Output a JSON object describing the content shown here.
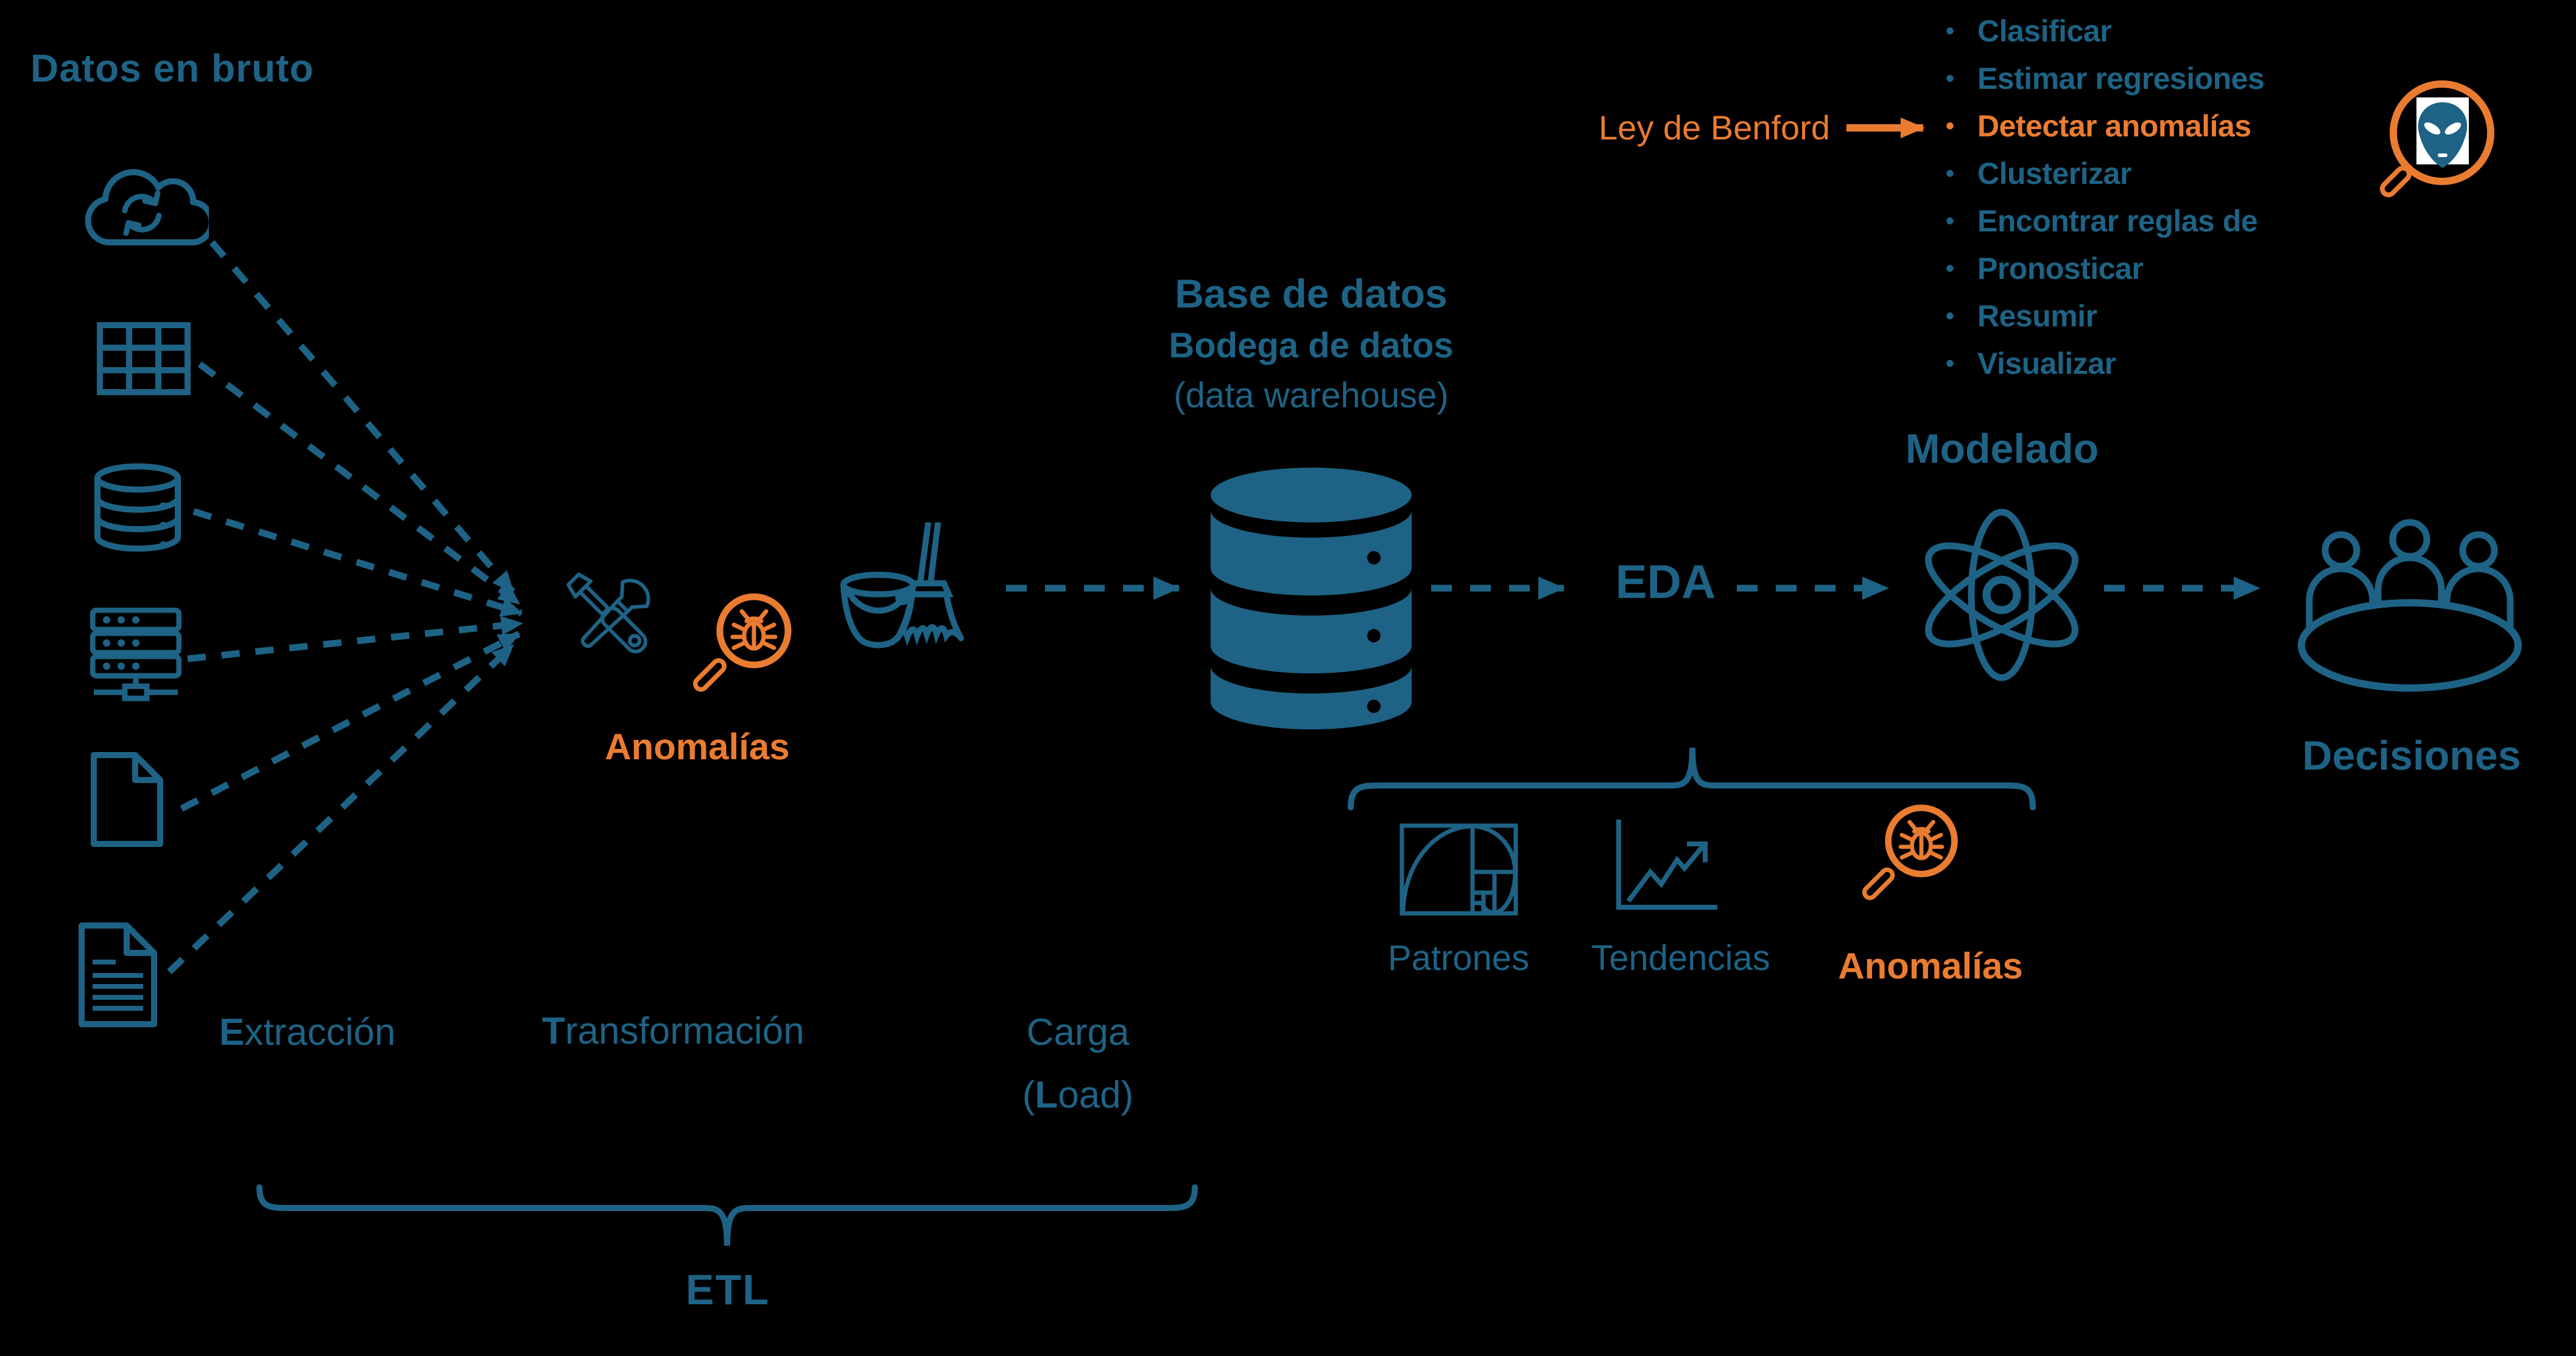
{
  "colors": {
    "teal": "#1E6385",
    "orange": "#EA7C31",
    "background": "#000000"
  },
  "raw": {
    "title": "Datos en bruto",
    "source_icons": [
      "cloud-sync-icon",
      "table-icon",
      "database-icon",
      "server-icon",
      "file-icon",
      "document-icon"
    ]
  },
  "etl": {
    "anomalies_label": "Anomalías",
    "steps": [
      {
        "first": "E",
        "rest": "xtracción"
      },
      {
        "first": "T",
        "rest": "ransformación"
      },
      {
        "first": "",
        "rest": "Carga"
      }
    ],
    "load": {
      "open": "(",
      "bold": "L",
      "rest": "oad)"
    },
    "brace_label": "ETL",
    "icons": [
      "tools-icon",
      "bug-magnifier-icon",
      "bucket-broom-icon"
    ]
  },
  "warehouse": {
    "line1": "Base de datos",
    "line2": "Bodega de datos",
    "line3": "(data warehouse)",
    "icon": "database-cylinder-icon"
  },
  "eda": {
    "label": "EDA",
    "outputs": [
      {
        "label": "Patrones",
        "icon": "golden-ratio-icon"
      },
      {
        "label": "Tendencias",
        "icon": "trend-chart-icon"
      },
      {
        "label": "Anomalías",
        "icon": "bug-magnifier-icon"
      }
    ]
  },
  "modeling": {
    "title": "Modelado",
    "icon": "atom-icon",
    "annotation": "Ley de Benford",
    "annotation_icon": "alien-magnifier-icon",
    "bullet_glyph": "•",
    "tasks": [
      {
        "label": "Clasificar"
      },
      {
        "label": "Estimar regresiones"
      },
      {
        "label": "Detectar anomalías"
      },
      {
        "label": "Clusterizar"
      },
      {
        "label": "Encontrar reglas de"
      },
      {
        "label": "Pronosticar"
      },
      {
        "label": "Resumir"
      },
      {
        "label": "Visualizar"
      }
    ]
  },
  "decisions": {
    "title": "Decisiones",
    "icon": "meeting-table-icon"
  }
}
